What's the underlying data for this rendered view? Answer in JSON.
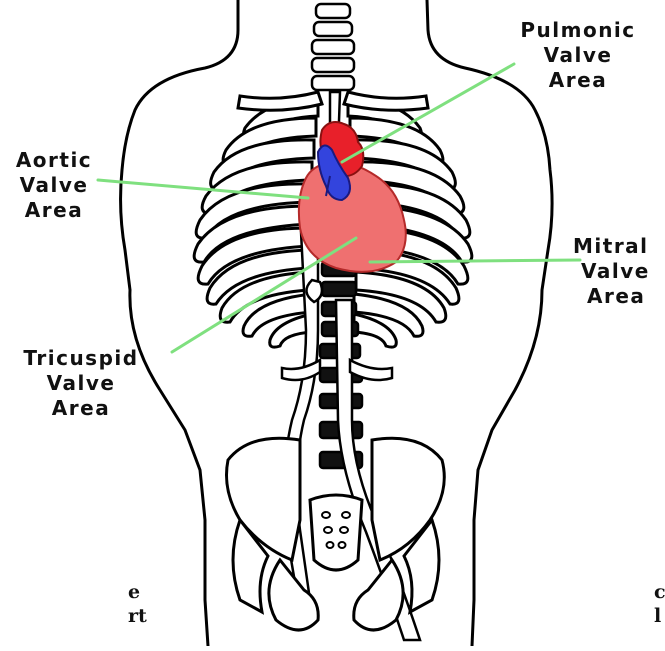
{
  "labels": {
    "pulmonic": [
      "Pulmonic",
      "Valve",
      "Area"
    ],
    "aortic": [
      "Aortic",
      "Valve",
      "Area"
    ],
    "mitral": [
      "Mitral",
      "Valve",
      "Area"
    ],
    "tricuspid": [
      "Tricuspid",
      "Valve",
      "Area"
    ]
  },
  "cropped_text": {
    "left": [
      "e",
      "rt"
    ],
    "right": [
      "c",
      "l"
    ]
  },
  "colors": {
    "leader_line": "#7fe07f",
    "heart_fill": "#ef7070",
    "heart_dark": "#e8202a",
    "vessel_blue": "#3344dd",
    "outline": "#000000"
  }
}
